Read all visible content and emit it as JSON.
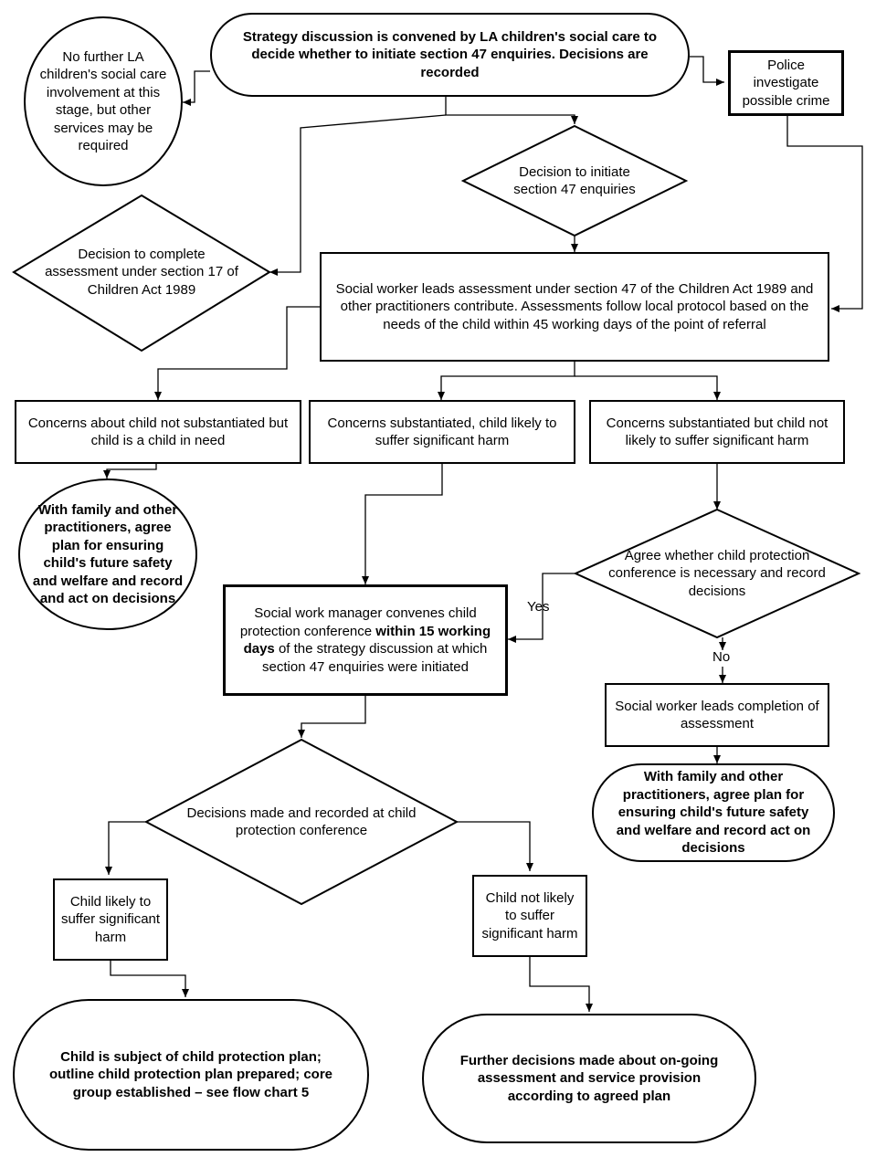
{
  "nodes": {
    "strategy": "Strategy discussion is convened by LA children's social care to decide whether to initiate section 47 enquiries. Decisions are recorded",
    "no_further": "No further LA children's social care involvement at this stage, but other services may be required",
    "police": "Police investigate possible crime",
    "decision_s47": "Decision to initiate section 47 enquiries",
    "decision_s17": "Decision to complete assessment under section 17 of Children Act 1989",
    "assessment": "Social worker leads assessment under section 47 of the Children Act 1989 and other practitioners contribute. Assessments follow local protocol based on the needs of the child within 45 working days of the point of referral",
    "not_substantiated": "Concerns about child not substantiated but child is a child in need",
    "substantiated_harm": "Concerns substantiated, child likely to suffer significant harm",
    "substantiated_no_harm": "Concerns substantiated but child not likely to suffer significant harm",
    "plan_left": "With family and other practitioners, agree plan for ensuring child's future safety and welfare and record and act on decisions",
    "agree_conference": "Agree whether child protection conference is necessary and record decisions",
    "convene_pre": "Social work manager convenes child protection conference ",
    "convene_bold": "within 15 working days",
    "convene_post": " of the strategy discussion at which section 47 enquiries were initiated",
    "complete_assessment": "Social worker leads completion of assessment",
    "plan_right": "With family and other practitioners, agree plan for ensuring child's future safety and welfare and record act on decisions",
    "conference_decisions": "Decisions made and recorded at child protection conference",
    "likely_harm": "Child likely to suffer significant harm",
    "not_likely_harm": "Child not likely to suffer significant harm",
    "cp_plan": "Child is subject of child protection plan; outline child protection plan prepared; core group established – see flow chart 5",
    "further_decisions": "Further decisions made about on-going assessment and service provision according to agreed plan"
  },
  "edge_labels": {
    "yes": "Yes",
    "no": "No"
  },
  "colors": {
    "stroke": "#000000",
    "background": "#ffffff",
    "text": "#000000"
  }
}
